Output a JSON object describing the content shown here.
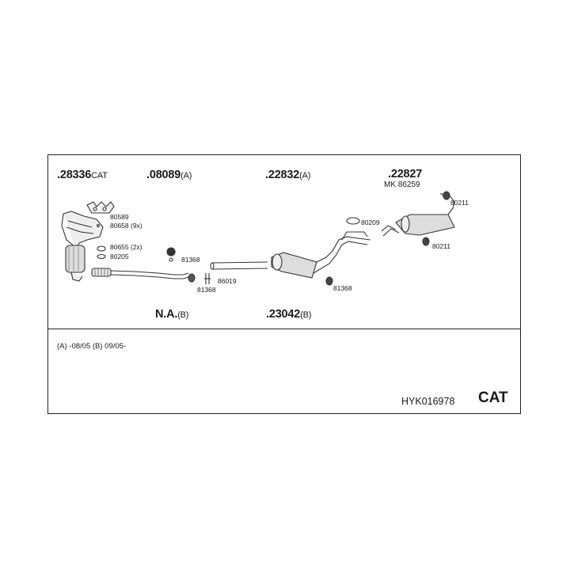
{
  "main_parts": {
    "cat_pipe": {
      "number": ".28336",
      "suffix": "CAT"
    },
    "front_pipe": {
      "number": ".08089",
      "suffix": "(A)"
    },
    "middle_silencer": {
      "number": ".22832",
      "suffix": "(A)"
    },
    "rear_silencer": {
      "number": ".22827",
      "suffix": ""
    },
    "rear_silencer_kit": "MK 86259",
    "na_part": {
      "number": "N.A.",
      "suffix": "(B)"
    },
    "middle_silencer_b": {
      "number": ".23042",
      "suffix": "(B)"
    }
  },
  "small_parts": {
    "p80589": "80589",
    "p80658": "80658 (9x)",
    "p80655": "80655 (2x)",
    "p80205": "80205",
    "p81368_a": "81368",
    "p81368_b": "81368",
    "p86019": "86019",
    "p81368_c": "81368",
    "p80209": "80209",
    "p80211_a": "80211",
    "p80211_b": "80211"
  },
  "notes": {
    "validity": "(A) -08/05 (B) 09/05-"
  },
  "footer": {
    "reference": "HYK016978",
    "category": "CAT"
  }
}
